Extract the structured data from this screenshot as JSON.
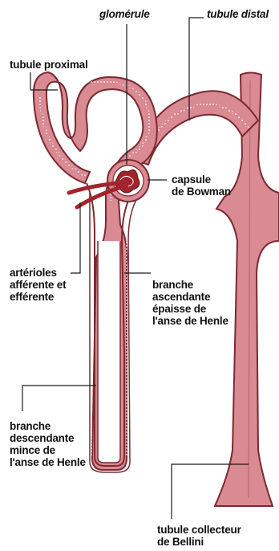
{
  "labels": {
    "glomerule": "glomérule",
    "tubule_distal": "tubule distal",
    "tubule_proximal": "tubule proximal",
    "capsule": [
      "capsule",
      "de Bowman"
    ],
    "arterioles": [
      "artérioles",
      "afférente et",
      "efférente"
    ],
    "branche_ascendante": [
      "branche",
      "ascendante",
      "épaisse de",
      "l'anse de Henle"
    ],
    "branche_descendante": [
      "branche",
      "descendante",
      "mince de",
      "l'anse de Henle"
    ],
    "tubule_collecteur": [
      "tubule collecteur",
      "de Bellini"
    ]
  },
  "colors": {
    "tubule_fill": "#d98a92",
    "tubule_outline": "#7a2a30",
    "dots": "#ffffff",
    "vessel": "#a3242c",
    "leader": "#1a1a1a"
  }
}
